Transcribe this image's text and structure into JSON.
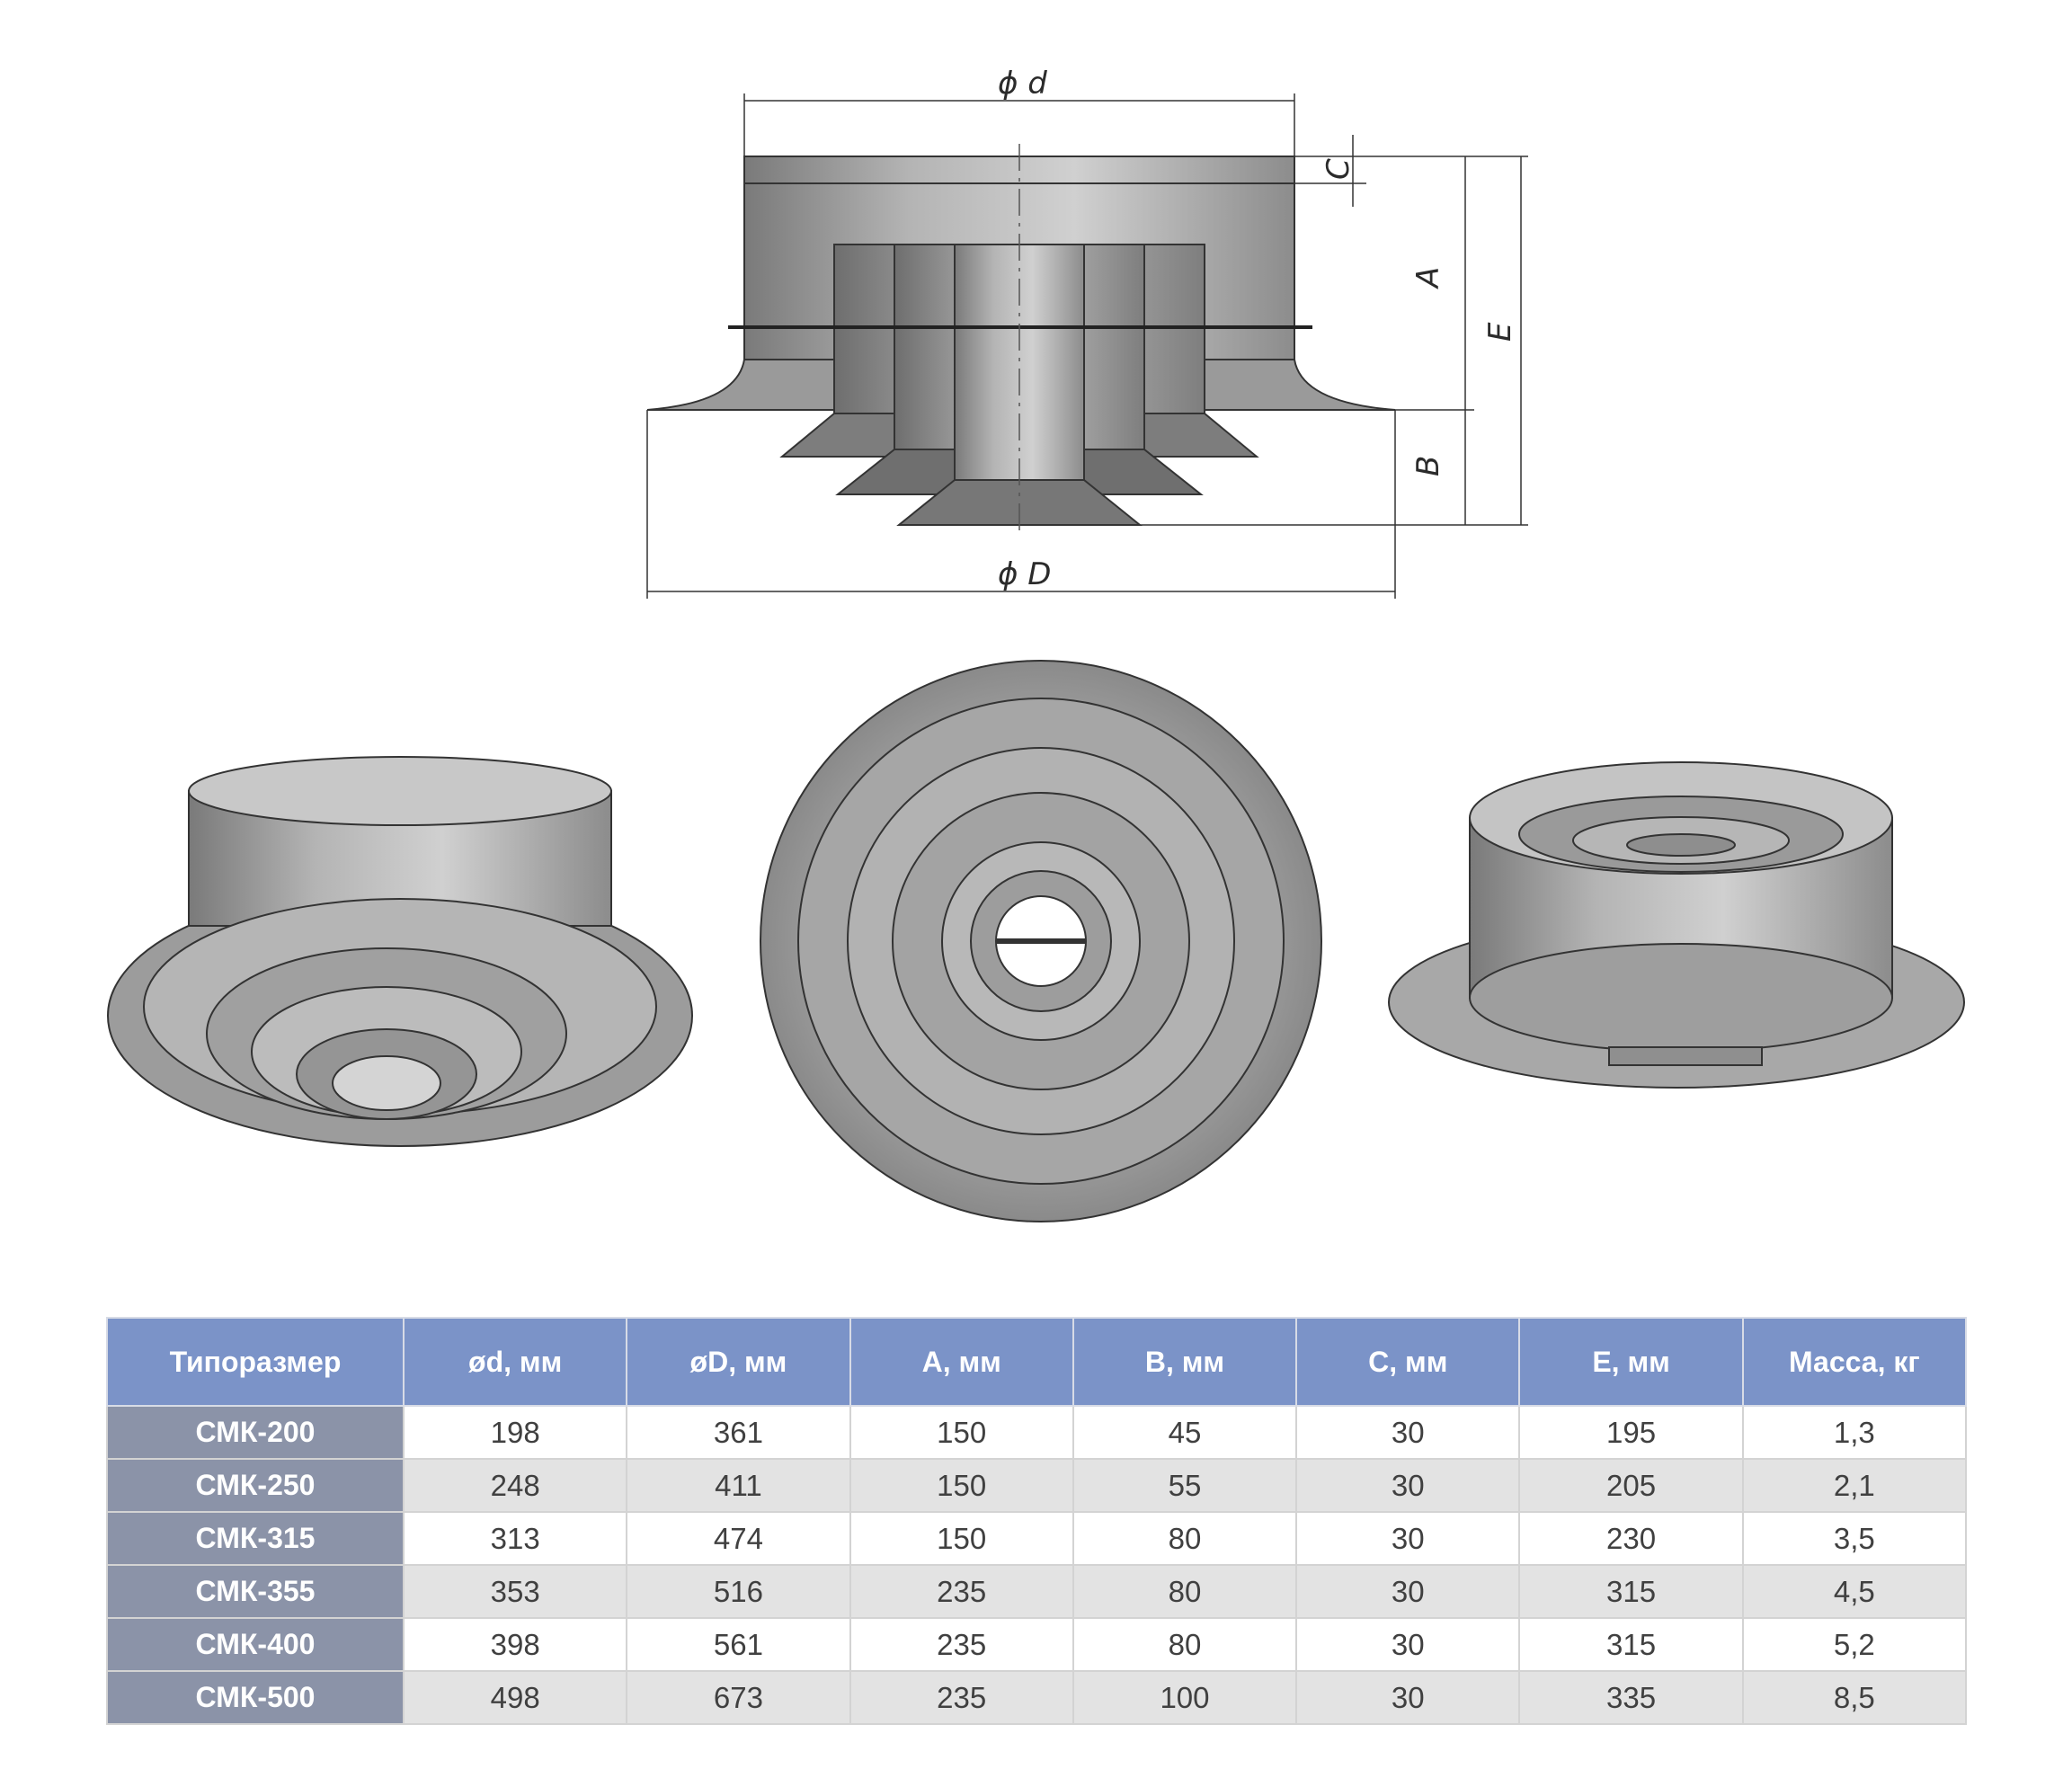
{
  "dimension_labels": {
    "d": "ϕ d",
    "D": "ϕ D",
    "A": "A",
    "B": "B",
    "C": "C",
    "E": "E"
  },
  "table": {
    "headers": [
      "Типоразмер",
      "ød, мм",
      "øD, мм",
      "A, мм",
      "B, мм",
      "C, мм",
      "E, мм",
      "Масса, кг"
    ],
    "rows": [
      [
        "СМК-200",
        "198",
        "361",
        "150",
        "45",
        "30",
        "195",
        "1,3"
      ],
      [
        "СМК-250",
        "248",
        "411",
        "150",
        "55",
        "30",
        "205",
        "2,1"
      ],
      [
        "СМК-315",
        "313",
        "474",
        "150",
        "80",
        "30",
        "230",
        "3,5"
      ],
      [
        "СМК-355",
        "353",
        "516",
        "235",
        "80",
        "30",
        "315",
        "4,5"
      ],
      [
        "СМК-400",
        "398",
        "561",
        "235",
        "80",
        "30",
        "315",
        "5,2"
      ],
      [
        "СМК-500",
        "498",
        "673",
        "235",
        "100",
        "30",
        "335",
        "8,5"
      ]
    ]
  },
  "colors": {
    "header_bg": "#7b93c8",
    "model_cell_bg": "#8b93a8",
    "alt_row_bg": "#e3e3e3",
    "metal": "#a9a9a9"
  }
}
